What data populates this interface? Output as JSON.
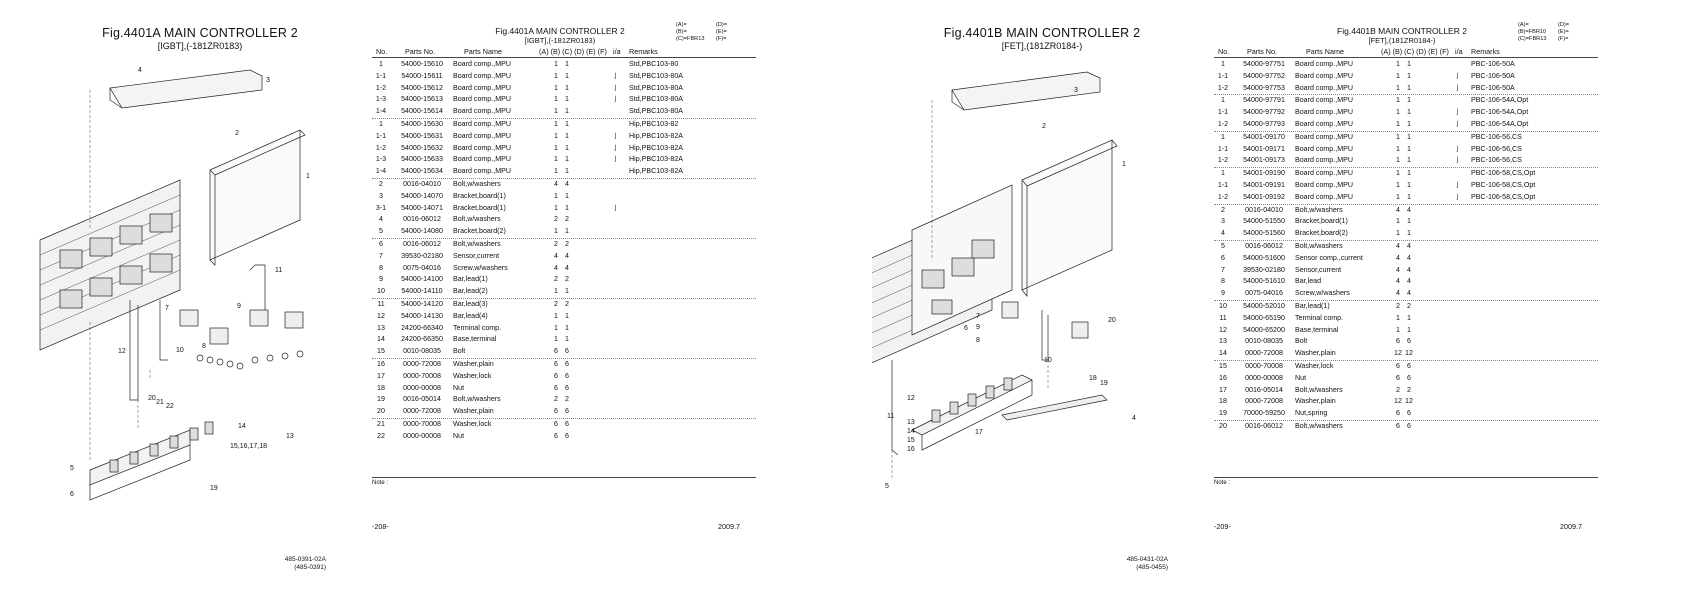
{
  "pages": [
    {
      "fig_title": "Fig.4401A  MAIN CONTROLLER 2",
      "fig_subtitle": "[IGBT],(-181ZR0183)",
      "table_title": "Fig.4401A  MAIN CONTROLLER 2",
      "table_subtitle": "[IGBT],(-181ZR0183)",
      "legend_left": [
        "(A)=",
        "(B)=",
        "(C)=FBR13"
      ],
      "legend_right": [
        "(D)=",
        "(E)=",
        "(F)="
      ],
      "headers": {
        "no": "No.",
        "parts_no": "Parts No.",
        "parts_name": "Parts Name",
        "qty": "(A) (B) (C) (D) (E) (F)",
        "ia": "i/a",
        "remarks": "Remarks"
      },
      "rows": [
        {
          "no": "1",
          "pn": "54000-15610",
          "name": "Board comp.,MPU",
          "a": "1",
          "b": "1",
          "ia": "",
          "rm": "Std,PBC103-80",
          "sep": false
        },
        {
          "no": "1-1",
          "pn": "54000-15611",
          "name": "Board comp.,MPU",
          "a": "1",
          "b": "1",
          "ia": "⌋",
          "rm": "Std,PBC103-80A",
          "sep": false
        },
        {
          "no": "1-2",
          "pn": "54000-15612",
          "name": "Board comp.,MPU",
          "a": "1",
          "b": "1",
          "ia": "⌋",
          "rm": "Std,PBC103-80A",
          "sep": false
        },
        {
          "no": "1-3",
          "pn": "54000-15613",
          "name": "Board comp.,MPU",
          "a": "1",
          "b": "1",
          "ia": "⌋",
          "rm": "Std,PBC103-80A",
          "sep": false
        },
        {
          "no": "1-4",
          "pn": "54000-15614",
          "name": "Board comp.,MPU",
          "a": "1",
          "b": "1",
          "ia": "",
          "rm": "Std,PBC103-80A",
          "sep": false
        },
        {
          "no": "1",
          "pn": "54000-15630",
          "name": "Board comp.,MPU",
          "a": "1",
          "b": "1",
          "ia": "",
          "rm": "Hip,PBC103-82",
          "sep": true
        },
        {
          "no": "1-1",
          "pn": "54000-15631",
          "name": "Board comp.,MPU",
          "a": "1",
          "b": "1",
          "ia": "⌋",
          "rm": "Hip,PBC103-82A",
          "sep": false
        },
        {
          "no": "1-2",
          "pn": "54000-15632",
          "name": "Board comp.,MPU",
          "a": "1",
          "b": "1",
          "ia": "⌋",
          "rm": "Hip,PBC103-82A",
          "sep": false
        },
        {
          "no": "1-3",
          "pn": "54000-15633",
          "name": "Board comp.,MPU",
          "a": "1",
          "b": "1",
          "ia": "⌋",
          "rm": "Hip,PBC103-82A",
          "sep": false
        },
        {
          "no": "1-4",
          "pn": "54000-15634",
          "name": "Board comp.,MPU",
          "a": "1",
          "b": "1",
          "ia": "",
          "rm": "Hip,PBC103-82A",
          "sep": false
        },
        {
          "no": "2",
          "pn": "0016-04010",
          "name": "Bolt,w/washers",
          "a": "4",
          "b": "4",
          "ia": "",
          "rm": "",
          "sep": true
        },
        {
          "no": "3",
          "pn": "54000-14070",
          "name": "Bracket,board(1)",
          "a": "1",
          "b": "1",
          "ia": "",
          "rm": "",
          "sep": false
        },
        {
          "no": "3-1",
          "pn": "54000-14071",
          "name": "Bracket,board(1)",
          "a": "1",
          "b": "1",
          "ia": "⌋",
          "rm": "",
          "sep": false
        },
        {
          "no": "4",
          "pn": "0016-06012",
          "name": "Bolt,w/washers",
          "a": "2",
          "b": "2",
          "ia": "",
          "rm": "",
          "sep": false
        },
        {
          "no": "5",
          "pn": "54000-14080",
          "name": "Bracket,board(2)",
          "a": "1",
          "b": "1",
          "ia": "",
          "rm": "",
          "sep": false
        },
        {
          "no": "6",
          "pn": "0016-06012",
          "name": "Bolt,w/washers",
          "a": "2",
          "b": "2",
          "ia": "",
          "rm": "",
          "sep": true
        },
        {
          "no": "7",
          "pn": "39530-02180",
          "name": "Sensor,current",
          "a": "4",
          "b": "4",
          "ia": "",
          "rm": "",
          "sep": false
        },
        {
          "no": "8",
          "pn": "0075-04016",
          "name": "Screw,w/washers",
          "a": "4",
          "b": "4",
          "ia": "",
          "rm": "",
          "sep": false
        },
        {
          "no": "9",
          "pn": "54000-14100",
          "name": "Bar,lead(1)",
          "a": "2",
          "b": "2",
          "ia": "",
          "rm": "",
          "sep": false
        },
        {
          "no": "10",
          "pn": "54000-14110",
          "name": "Bar,lead(2)",
          "a": "1",
          "b": "1",
          "ia": "",
          "rm": "",
          "sep": false
        },
        {
          "no": "11",
          "pn": "54000-14120",
          "name": "Bar,lead(3)",
          "a": "2",
          "b": "2",
          "ia": "",
          "rm": "",
          "sep": true
        },
        {
          "no": "12",
          "pn": "54000-14130",
          "name": "Bar,lead(4)",
          "a": "1",
          "b": "1",
          "ia": "",
          "rm": "",
          "sep": false
        },
        {
          "no": "13",
          "pn": "24200-66340",
          "name": "Terminal comp.",
          "a": "1",
          "b": "1",
          "ia": "",
          "rm": "",
          "sep": false
        },
        {
          "no": "14",
          "pn": "24200-66350",
          "name": "Base,terminal",
          "a": "1",
          "b": "1",
          "ia": "",
          "rm": "",
          "sep": false
        },
        {
          "no": "15",
          "pn": "0010-08035",
          "name": "Bolt",
          "a": "6",
          "b": "6",
          "ia": "",
          "rm": "",
          "sep": false
        },
        {
          "no": "16",
          "pn": "0000-72008",
          "name": "Washer,plain",
          "a": "6",
          "b": "6",
          "ia": "",
          "rm": "",
          "sep": true
        },
        {
          "no": "17",
          "pn": "0000-70008",
          "name": "Washer,lock",
          "a": "6",
          "b": "6",
          "ia": "",
          "rm": "",
          "sep": false
        },
        {
          "no": "18",
          "pn": "0000-00008",
          "name": "Nut",
          "a": "6",
          "b": "6",
          "ia": "",
          "rm": "",
          "sep": false
        },
        {
          "no": "19",
          "pn": "0016-05014",
          "name": "Bolt,w/washers",
          "a": "2",
          "b": "2",
          "ia": "",
          "rm": "",
          "sep": false
        },
        {
          "no": "20",
          "pn": "0000-72008",
          "name": "Washer,plain",
          "a": "6",
          "b": "6",
          "ia": "",
          "rm": "",
          "sep": false
        },
        {
          "no": "21",
          "pn": "0000-70008",
          "name": "Washer,lock",
          "a": "6",
          "b": "6",
          "ia": "",
          "rm": "",
          "sep": true
        },
        {
          "no": "22",
          "pn": "0000-00008",
          "name": "Nut",
          "a": "6",
          "b": "6",
          "ia": "",
          "rm": "",
          "sep": false
        }
      ],
      "note": "Note :",
      "page_number": "-208-",
      "date": "2009.7",
      "drawing_code": [
        "485-0391-02A",
        "(485-0391)"
      ],
      "callouts": [
        "1",
        "2",
        "3",
        "4",
        "5",
        "6",
        "7",
        "8",
        "9",
        "10",
        "11",
        "12",
        "13",
        "14",
        "15,16,17,18",
        "19",
        "20",
        "21",
        "22"
      ]
    },
    {
      "fig_title": "Fig.4401B  MAIN CONTROLLER 2",
      "fig_subtitle": "[FET],(181ZR0184-)",
      "table_title": "Fig.4401B  MAIN CONTROLLER 2",
      "table_subtitle": "[FET],(181ZR0184-)",
      "legend_left": [
        "(A)=",
        "(B)=FBR10",
        "(C)=FBR13"
      ],
      "legend_right": [
        "(D)=",
        "(E)=",
        "(F)="
      ],
      "headers": {
        "no": "No.",
        "parts_no": "Parts No.",
        "parts_name": "Parts Name",
        "qty": "(A) (B) (C) (D) (E) (F)",
        "ia": "i/a",
        "remarks": "Remarks"
      },
      "rows": [
        {
          "no": "1",
          "pn": "54000-97751",
          "name": "Board comp.,MPU",
          "a": "1",
          "b": "1",
          "ia": "",
          "rm": "PBC-106-50A",
          "sep": false
        },
        {
          "no": "1-1",
          "pn": "54000-97752",
          "name": "Board comp.,MPU",
          "a": "1",
          "b": "1",
          "ia": "⌋",
          "rm": "PBC-106-50A",
          "sep": false
        },
        {
          "no": "1-2",
          "pn": "54000-97753",
          "name": "Board comp.,MPU",
          "a": "1",
          "b": "1",
          "ia": "⌋",
          "rm": "PBC-106-50A",
          "sep": false
        },
        {
          "no": "1",
          "pn": "54000-97791",
          "name": "Board comp.,MPU",
          "a": "1",
          "b": "1",
          "ia": "",
          "rm": "PBC-106-54A,Opt",
          "sep": true
        },
        {
          "no": "1-1",
          "pn": "54000-97792",
          "name": "Board comp.,MPU",
          "a": "1",
          "b": "1",
          "ia": "⌋",
          "rm": "PBC-106-54A,Opt",
          "sep": false
        },
        {
          "no": "1-2",
          "pn": "54000-97793",
          "name": "Board comp.,MPU",
          "a": "1",
          "b": "1",
          "ia": "⌋",
          "rm": "PBC-106-54A,Opt",
          "sep": false
        },
        {
          "no": "1",
          "pn": "54001-09170",
          "name": "Board comp.,MPU",
          "a": "1",
          "b": "1",
          "ia": "",
          "rm": "PBC-106-56,CS",
          "sep": true
        },
        {
          "no": "1-1",
          "pn": "54001-09171",
          "name": "Board comp.,MPU",
          "a": "1",
          "b": "1",
          "ia": "⌋",
          "rm": "PBC-106-56,CS",
          "sep": false
        },
        {
          "no": "1-2",
          "pn": "54001-09173",
          "name": "Board comp.,MPU",
          "a": "1",
          "b": "1",
          "ia": "⌋",
          "rm": "PBC-106-56,CS",
          "sep": false
        },
        {
          "no": "1",
          "pn": "54001-09190",
          "name": "Board comp.,MPU",
          "a": "1",
          "b": "1",
          "ia": "",
          "rm": "PBC-106-58,CS,Opt",
          "sep": true
        },
        {
          "no": "1-1",
          "pn": "54001-09191",
          "name": "Board comp.,MPU",
          "a": "1",
          "b": "1",
          "ia": "⌋",
          "rm": "PBC-106-58,CS,Opt",
          "sep": false
        },
        {
          "no": "1-2",
          "pn": "54001-09192",
          "name": "Board comp.,MPU",
          "a": "1",
          "b": "1",
          "ia": "⌋",
          "rm": "PBC-106-58,CS,Opt",
          "sep": false
        },
        {
          "no": "2",
          "pn": "0016-04010",
          "name": "Bolt,w/washers",
          "a": "4",
          "b": "4",
          "ia": "",
          "rm": "",
          "sep": true
        },
        {
          "no": "3",
          "pn": "54000-51550",
          "name": "Bracket,board(1)",
          "a": "1",
          "b": "1",
          "ia": "",
          "rm": "",
          "sep": false
        },
        {
          "no": "4",
          "pn": "54000-51560",
          "name": "Bracket,board(2)",
          "a": "1",
          "b": "1",
          "ia": "",
          "rm": "",
          "sep": false
        },
        {
          "no": "5",
          "pn": "0016-06012",
          "name": "Bolt,w/washers",
          "a": "4",
          "b": "4",
          "ia": "",
          "rm": "",
          "sep": true
        },
        {
          "no": "6",
          "pn": "54000-51600",
          "name": "Sensor comp.,current",
          "a": "4",
          "b": "4",
          "ia": "",
          "rm": "",
          "sep": false
        },
        {
          "no": "7",
          "pn": "39530-02180",
          "name": "Sensor,current",
          "a": "4",
          "b": "4",
          "ia": "",
          "rm": "",
          "sep": false
        },
        {
          "no": "8",
          "pn": "54000-51610",
          "name": "Bar,lead",
          "a": "4",
          "b": "4",
          "ia": "",
          "rm": "",
          "sep": false
        },
        {
          "no": "9",
          "pn": "0075-04016",
          "name": "Screw,w/washers",
          "a": "4",
          "b": "4",
          "ia": "",
          "rm": "",
          "sep": false
        },
        {
          "no": "10",
          "pn": "54000-52010",
          "name": "Bar,lead(1)",
          "a": "2",
          "b": "2",
          "ia": "",
          "rm": "",
          "sep": true
        },
        {
          "no": "11",
          "pn": "54000-65190",
          "name": "Terminal comp.",
          "a": "1",
          "b": "1",
          "ia": "",
          "rm": "",
          "sep": false
        },
        {
          "no": "12",
          "pn": "54000-65200",
          "name": "Base,terminal",
          "a": "1",
          "b": "1",
          "ia": "",
          "rm": "",
          "sep": false
        },
        {
          "no": "13",
          "pn": "0010-08035",
          "name": "Bolt",
          "a": "6",
          "b": "6",
          "ia": "",
          "rm": "",
          "sep": false
        },
        {
          "no": "14",
          "pn": "0000-72008",
          "name": "Washer,plain",
          "a": "12",
          "b": "12",
          "ia": "",
          "rm": "",
          "sep": false
        },
        {
          "no": "15",
          "pn": "0000-70008",
          "name": "Washer,lock",
          "a": "6",
          "b": "6",
          "ia": "",
          "rm": "",
          "sep": true
        },
        {
          "no": "16",
          "pn": "0000-00008",
          "name": "Nut",
          "a": "6",
          "b": "6",
          "ia": "",
          "rm": "",
          "sep": false
        },
        {
          "no": "17",
          "pn": "0016-05014",
          "name": "Bolt,w/washers",
          "a": "2",
          "b": "2",
          "ia": "",
          "rm": "",
          "sep": false
        },
        {
          "no": "18",
          "pn": "0000-72008",
          "name": "Washer,plain",
          "a": "12",
          "b": "12",
          "ia": "",
          "rm": "",
          "sep": false
        },
        {
          "no": "19",
          "pn": "70000-59250",
          "name": "Nut,spring",
          "a": "6",
          "b": "6",
          "ia": "",
          "rm": "",
          "sep": false
        },
        {
          "no": "20",
          "pn": "0016-06012",
          "name": "Bolt,w/washers",
          "a": "6",
          "b": "6",
          "ia": "",
          "rm": "",
          "sep": true
        }
      ],
      "note": "Note :",
      "page_number": "-209-",
      "date": "2009.7",
      "drawing_code": [
        "485-0431-02A",
        "(485-0455)"
      ],
      "callouts": [
        "1",
        "2",
        "3",
        "4",
        "5",
        "6",
        "7",
        "8",
        "9",
        "10",
        "11",
        "12",
        "13",
        "14",
        "15",
        "16",
        "17",
        "18",
        "19",
        "20"
      ]
    }
  ]
}
